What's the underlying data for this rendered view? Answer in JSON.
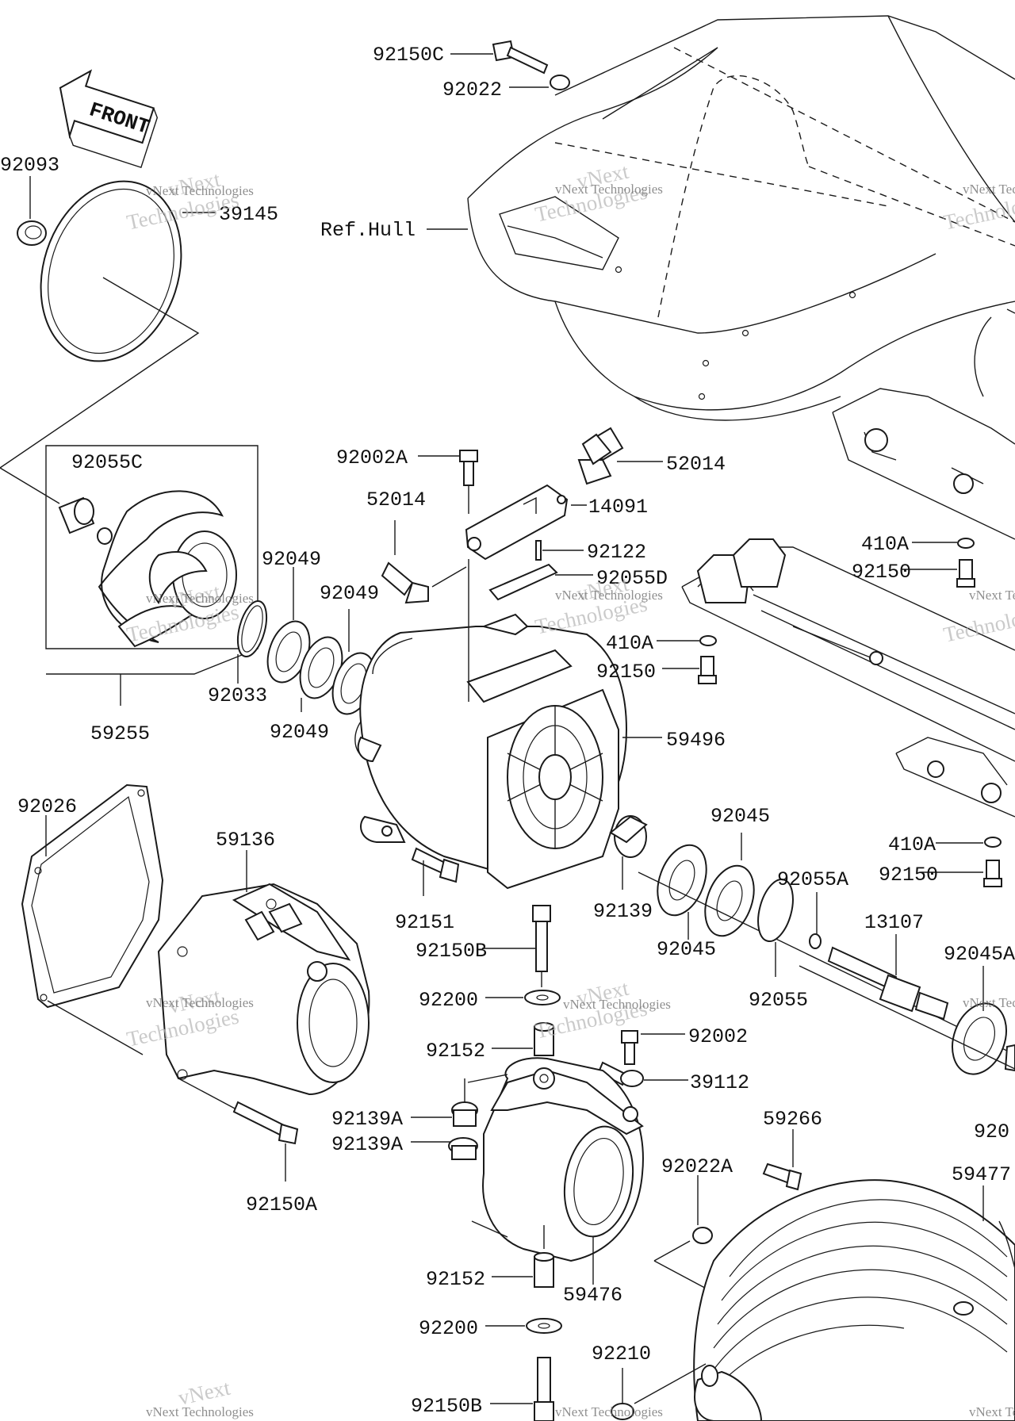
{
  "labels": {
    "l92150C": "92150C",
    "l92022": "92022",
    "l92093": "92093",
    "l39145": "39145",
    "lRefHull": "Ref.Hull",
    "l92055C": "92055C",
    "l92049a": "92049",
    "l92049b": "92049",
    "l92049c": "92049",
    "l92033": "92033",
    "l59255": "59255",
    "l92002A": "92002A",
    "l52014a": "52014",
    "l52014b": "52014",
    "l14091": "14091",
    "l92122": "92122",
    "l92055D": "92055D",
    "l410Aa": "410A",
    "l92150a": "92150",
    "l410Ab": "410A",
    "l92150b": "92150",
    "l59496": "59496",
    "l92026": "92026",
    "l59136": "59136",
    "l92045a": "92045",
    "l92045b": "92045",
    "l410Ac": "410A",
    "l92150c": "92150",
    "l92151": "92151",
    "l92139": "92139",
    "l92055A": "92055A",
    "l92150Ba": "92150B",
    "l13107": "13107",
    "l92045A": "92045A",
    "l92055": "92055",
    "l92200a": "92200",
    "l92152a": "92152",
    "l92002": "92002",
    "l39112": "39112",
    "l92139Aa": "92139A",
    "l92139Ab": "92139A",
    "l92020": "920",
    "l59266": "59266",
    "l92022A": "92022A",
    "l59477": "59477",
    "l92150A": "92150A",
    "l92152b": "92152",
    "l59476": "59476",
    "l92200b": "92200",
    "l92210": "92210",
    "l92150Bb": "92150B"
  },
  "front_label": "FRONT",
  "watermark": {
    "line1": "vNext",
    "line2": "Technologies",
    "small": "vNext Technologies"
  }
}
